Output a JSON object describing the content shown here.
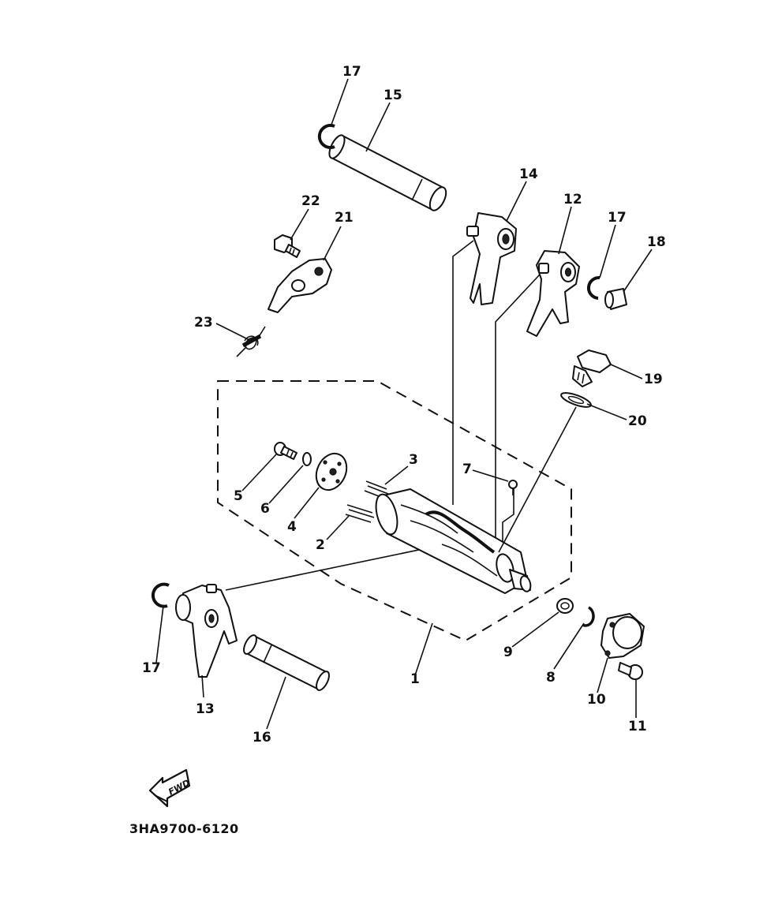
{
  "diagram": {
    "drawing_code": "3HA9700-6120",
    "fwd_badge": "FWD",
    "callouts": {
      "c1": "1",
      "c2": "2",
      "c3": "3",
      "c4": "4",
      "c5": "5",
      "c6": "6",
      "c7": "7",
      "c8": "8",
      "c9": "9",
      "c10": "10",
      "c11": "11",
      "c12": "12",
      "c13": "13",
      "c14": "14",
      "c15": "15",
      "c16": "16",
      "c17a": "17",
      "c17b": "17",
      "c17c": "17",
      "c18": "18",
      "c19": "19",
      "c20": "20",
      "c21": "21",
      "c22": "22",
      "c23": "23"
    },
    "colors": {
      "ink": "#111111",
      "paper": "#ffffff"
    }
  }
}
